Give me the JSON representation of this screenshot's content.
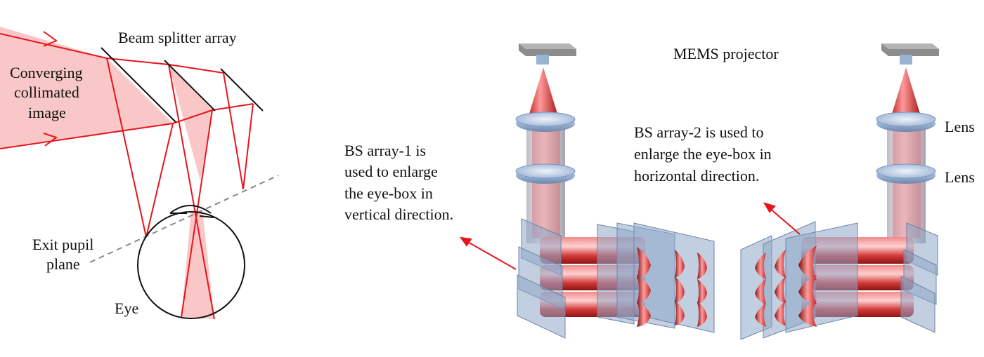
{
  "left_panel": {
    "beam_splitter_label": "Beam splitter array",
    "input_label_lines": [
      "Converging",
      "collimated",
      "image"
    ],
    "exit_pupil_label_lines": [
      "Exit pupil",
      "plane"
    ],
    "eye_label": "Eye"
  },
  "right_panel": {
    "projector_label": "MEMS projector",
    "bs1_label_lines": [
      "BS array-1 is",
      "used to enlarge",
      "the eye-box in",
      "vertical direction."
    ],
    "bs2_label_lines": [
      "BS array-2 is used to",
      "enlarge the eye-box in",
      "horizontal direction."
    ],
    "lens_label_1": "Lens",
    "lens_label_2": "Lens"
  },
  "colors": {
    "beam": "#e8141c",
    "beam_fill": "#f9c7c7",
    "splitter": "#111111",
    "pupil_plane": "#888888",
    "glass": "#8fa7c9",
    "housing": "#8c8c8c"
  }
}
